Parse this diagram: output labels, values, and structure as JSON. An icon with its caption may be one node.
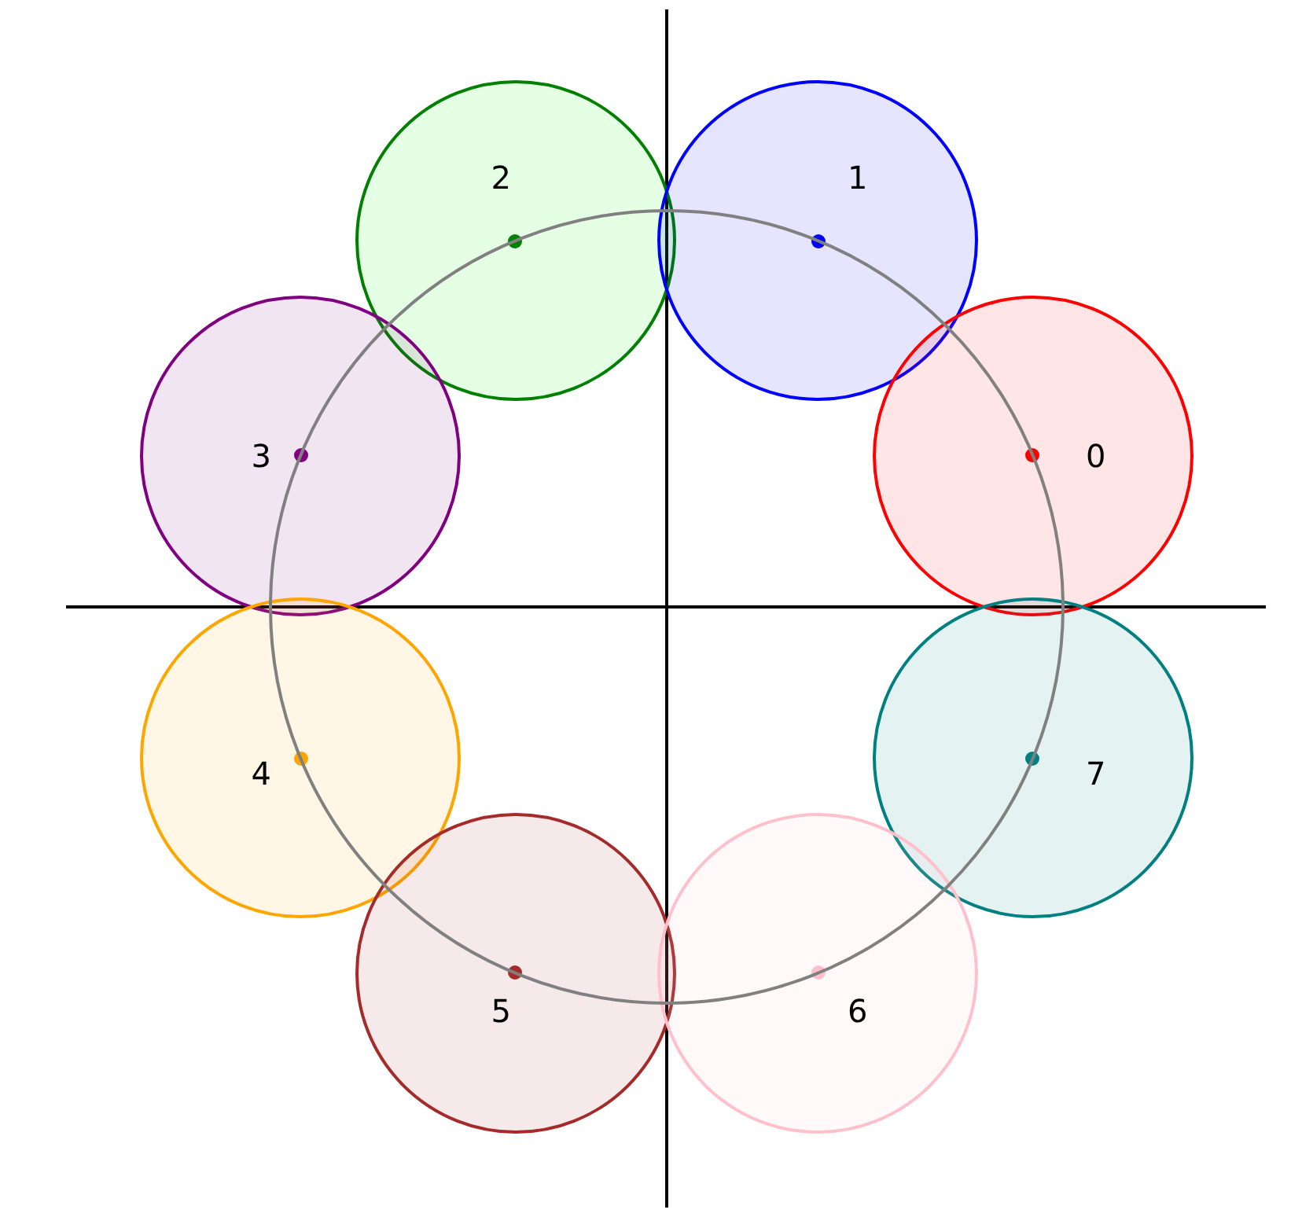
{
  "diagram": {
    "nodes": [
      {
        "text": [
          "2"
        ]
      },
      {
        "text": [
          "1"
        ]
      },
      {
        "text": [
          "3"
        ]
      },
      {
        "text": [
          "0"
        ]
      },
      {
        "text": [
          "4"
        ]
      },
      {
        "text": [
          "7"
        ]
      },
      {
        "text": [
          "5"
        ]
      },
      {
        "text": [
          "6"
        ]
      }
    ]
  }
}
